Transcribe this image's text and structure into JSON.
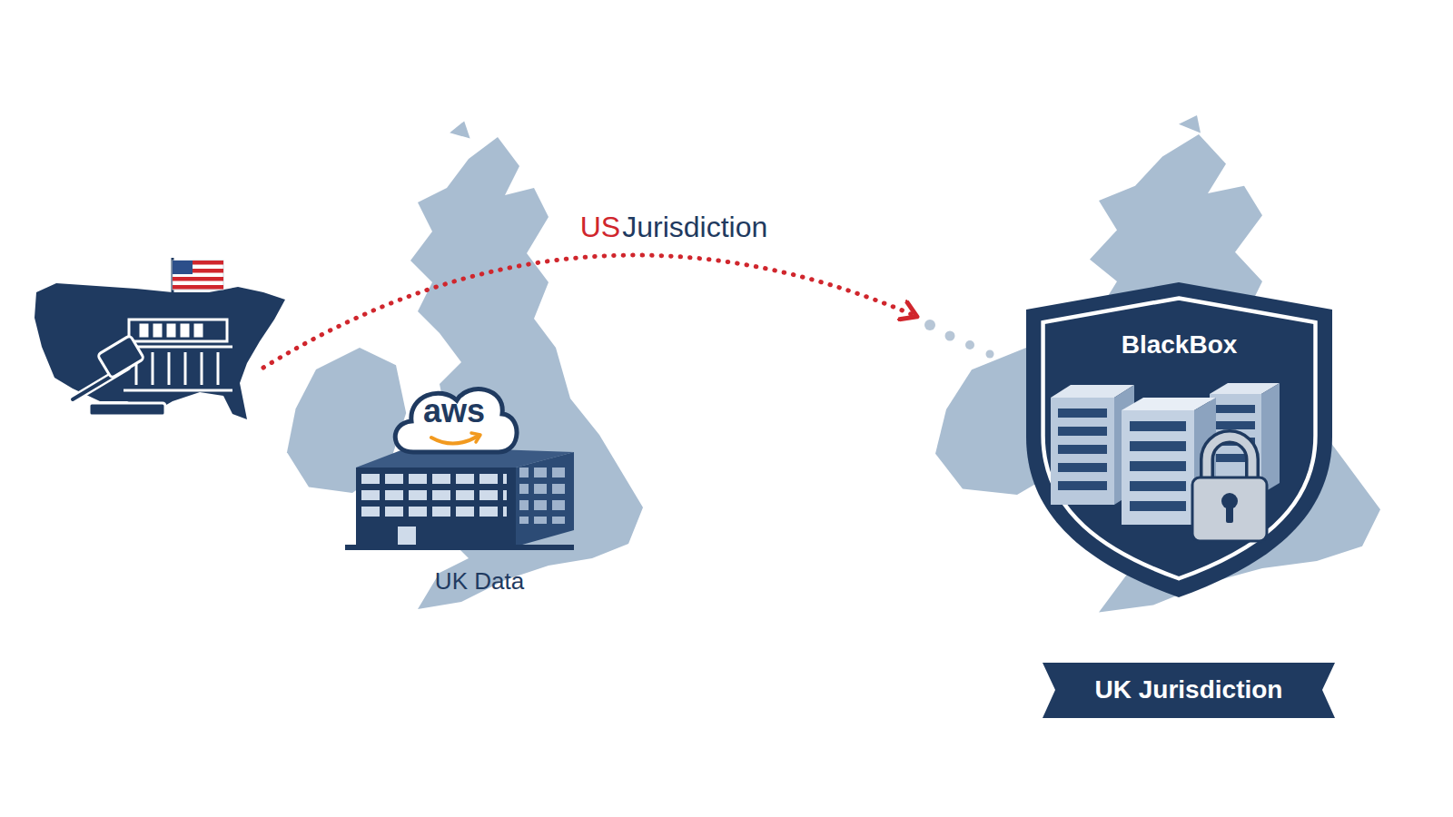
{
  "diagram": {
    "nodes": [
      {
        "text": [
          "aws"
        ]
      },
      {
        "text": [
          "BlackBox"
        ]
      },
      {
        "text": [
          "UK Jurisdiction"
        ]
      }
    ],
    "labels": [
      "US",
      "Jurisdiction",
      "UK Data"
    ]
  }
}
